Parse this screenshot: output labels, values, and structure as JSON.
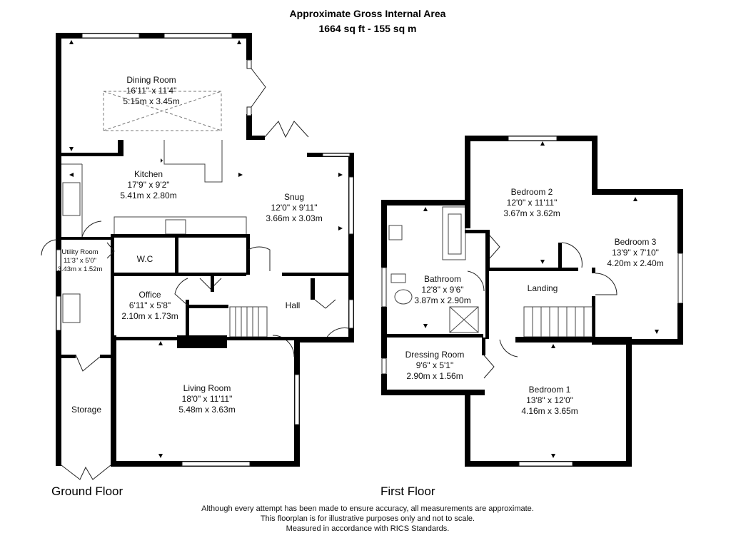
{
  "header": {
    "title": "Approximate Gross Internal Area",
    "area": "1664 sq ft - 155 sq m"
  },
  "floors": {
    "ground": "Ground Floor",
    "first": "First Floor"
  },
  "rooms": {
    "dining": {
      "name": "Dining Room",
      "imperial": "16'11\" x 11'4\"",
      "metric": "5.15m x 3.45m"
    },
    "kitchen": {
      "name": "Kitchen",
      "imperial": "17'9\" x 9'2\"",
      "metric": "5.41m x 2.80m"
    },
    "snug": {
      "name": "Snug",
      "imperial": "12'0\" x 9'11\"",
      "metric": "3.66m x 3.03m"
    },
    "utility": {
      "name": "Utility Room",
      "imperial": "11'3\" x 5'0\"",
      "metric": "3.43m x 1.52m"
    },
    "wc": {
      "name": "W.C"
    },
    "office": {
      "name": "Office",
      "imperial": "6'11\" x 5'8\"",
      "metric": "2.10m x 1.73m"
    },
    "hall": {
      "name": "Hall"
    },
    "living": {
      "name": "Living Room",
      "imperial": "18'0\" x 11'11\"",
      "metric": "5.48m x 3.63m"
    },
    "storage": {
      "name": "Storage"
    },
    "bedroom2": {
      "name": "Bedroom 2",
      "imperial": "12'0\" x 11'11\"",
      "metric": "3.67m x 3.62m"
    },
    "bedroom3": {
      "name": "Bedroom 3",
      "imperial": "13'9\" x 7'10\"",
      "metric": "4.20m x 2.40m"
    },
    "bathroom": {
      "name": "Bathroom",
      "imperial": "12'8\" x 9'6\"",
      "metric": "3.87m x 2.90m"
    },
    "landing": {
      "name": "Landing"
    },
    "dressing": {
      "name": "Dressing Room",
      "imperial": "9'6\" x 5'1\"",
      "metric": "2.90m x 1.56m"
    },
    "bedroom1": {
      "name": "Bedroom 1",
      "imperial": "13'8\" x 12'0\"",
      "metric": "4.16m x 3.65m"
    }
  },
  "footer": {
    "line1": "Although every attempt has been made to ensure accuracy, all measurements are approximate.",
    "line2": "This floorplan is for illustrative purposes only and not to scale.",
    "line3": "Measured in accordance with RICS Standards."
  }
}
